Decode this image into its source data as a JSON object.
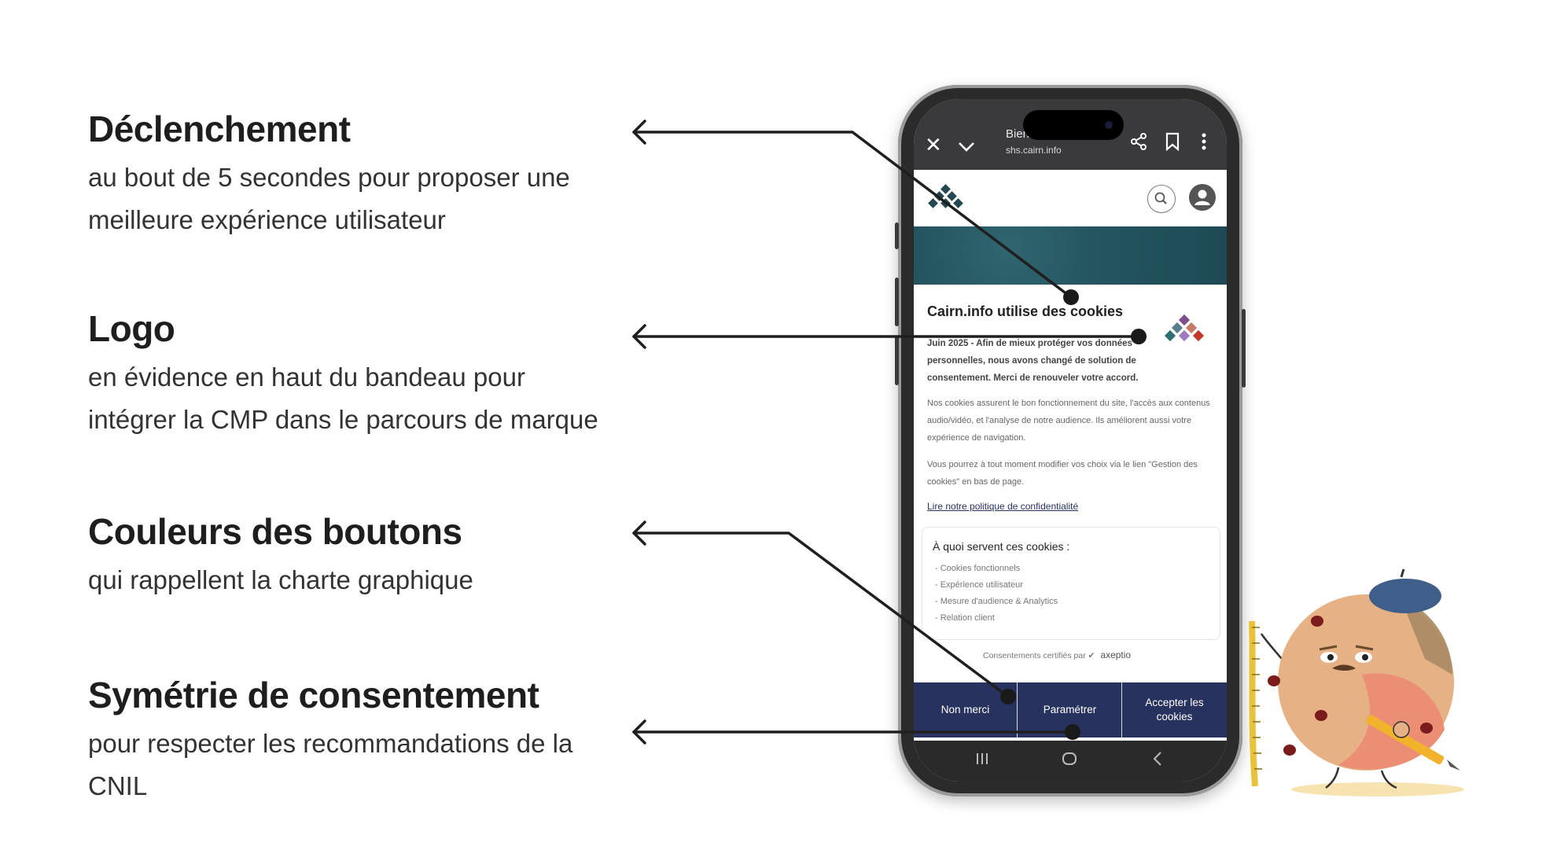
{
  "annotations": [
    {
      "title": "Déclenchement",
      "text": "au bout de 5 secondes pour proposer une meilleure expérience utilisateur"
    },
    {
      "title": "Logo",
      "text": "en évidence en haut du bandeau pour intégrer la CMP dans le parcours de marque"
    },
    {
      "title": "Couleurs des boutons",
      "text": "qui rappellent la charte graphique"
    },
    {
      "title": "Symétrie de consentement",
      "text": "pour respecter les recommandations de la CNIL"
    }
  ],
  "browser": {
    "title": "Bienvenue | ...",
    "url": "shs.cairn.info",
    "icons": [
      "close-icon",
      "chevron-down-icon",
      "share-icon",
      "bookmark-icon",
      "more-vertical-icon"
    ]
  },
  "site": {
    "header_icons": [
      "search-icon",
      "account-icon"
    ]
  },
  "cmp": {
    "title": "Cairn.info utilise des cookies",
    "intro": "Juin 2025 - Afin de mieux protéger vos données personnelles, nous avons changé de solution de consentement. Merci de renouveler votre accord.",
    "description": "Nos cookies assurent le bon fonctionnement du site, l'accès aux contenus audio/vidéo, et l'analyse de notre audience. Ils améliorent aussi votre expérience de navigation.",
    "description2": "Vous pourrez à tout moment modifier vos choix via le lien \"Gestion des cookies\" en bas de page.",
    "privacy_link": "Lire notre politique de confidentialité",
    "purposes_title": "À quoi servent ces cookies :",
    "purposes": [
      "- Cookies fonctionnels",
      "- Expérience utilisateur",
      "- Mesure d'audience & Analytics",
      "- Relation client"
    ],
    "certified_text": "Consentements certifiés par",
    "certified_brand": "axeptio",
    "buttons": {
      "refuse": "Non merci",
      "settings": "Paramétrer",
      "accept": "Accepter les cookies"
    },
    "button_color": "#27325e"
  },
  "nav": {
    "icons": [
      "recent-apps-icon",
      "home-icon",
      "back-icon"
    ]
  },
  "colors": {
    "brand_navy": "#27325e",
    "banner_teal": "#245560",
    "logo_red": "#c0392b",
    "logo_purple": "#7b4f8e",
    "logo_teal": "#2d6f73"
  }
}
